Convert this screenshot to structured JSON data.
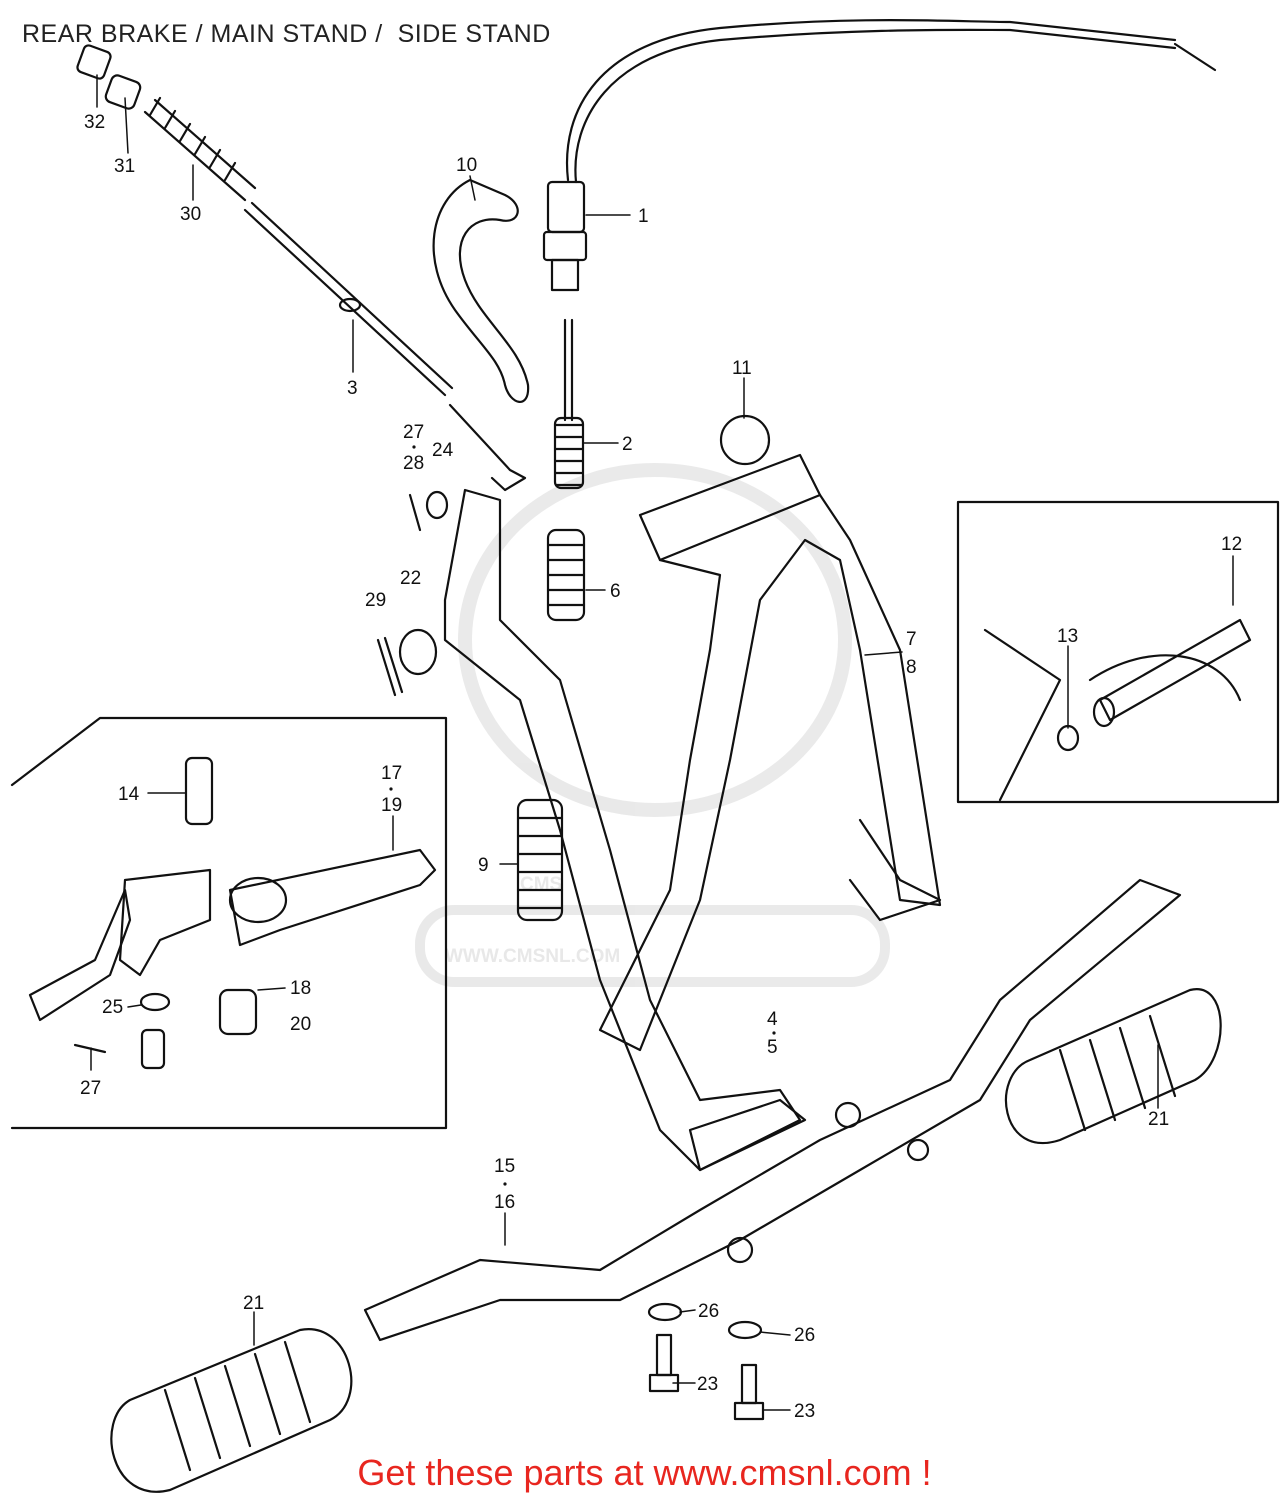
{
  "title": "REAR BRAKE / MAIN STAND /  SIDE STAND",
  "footer": "Get these parts at www.cmsnl.com !",
  "watermark": {
    "brand": "CMS",
    "url": "WWW.CMSNL.COM"
  },
  "callouts": [
    {
      "label": "1"
    },
    {
      "label": "2"
    },
    {
      "label": "3"
    },
    {
      "label": "4"
    },
    {
      "label": "5"
    },
    {
      "label": "6"
    },
    {
      "label": "7"
    },
    {
      "label": "8"
    },
    {
      "label": "9"
    },
    {
      "label": "10"
    },
    {
      "label": "11"
    },
    {
      "label": "12"
    },
    {
      "label": "13"
    },
    {
      "label": "14"
    },
    {
      "label": "15"
    },
    {
      "label": "16"
    },
    {
      "label": "17"
    },
    {
      "label": "18"
    },
    {
      "label": "19"
    },
    {
      "label": "20"
    },
    {
      "label": "21"
    },
    {
      "label": "21"
    },
    {
      "label": "22"
    },
    {
      "label": "23"
    },
    {
      "label": "23"
    },
    {
      "label": "24"
    },
    {
      "label": "25"
    },
    {
      "label": "26"
    },
    {
      "label": "26"
    },
    {
      "label": "27"
    },
    {
      "label": "27"
    },
    {
      "label": "28"
    },
    {
      "label": "29"
    },
    {
      "label": "30"
    },
    {
      "label": "31"
    },
    {
      "label": "32"
    }
  ]
}
